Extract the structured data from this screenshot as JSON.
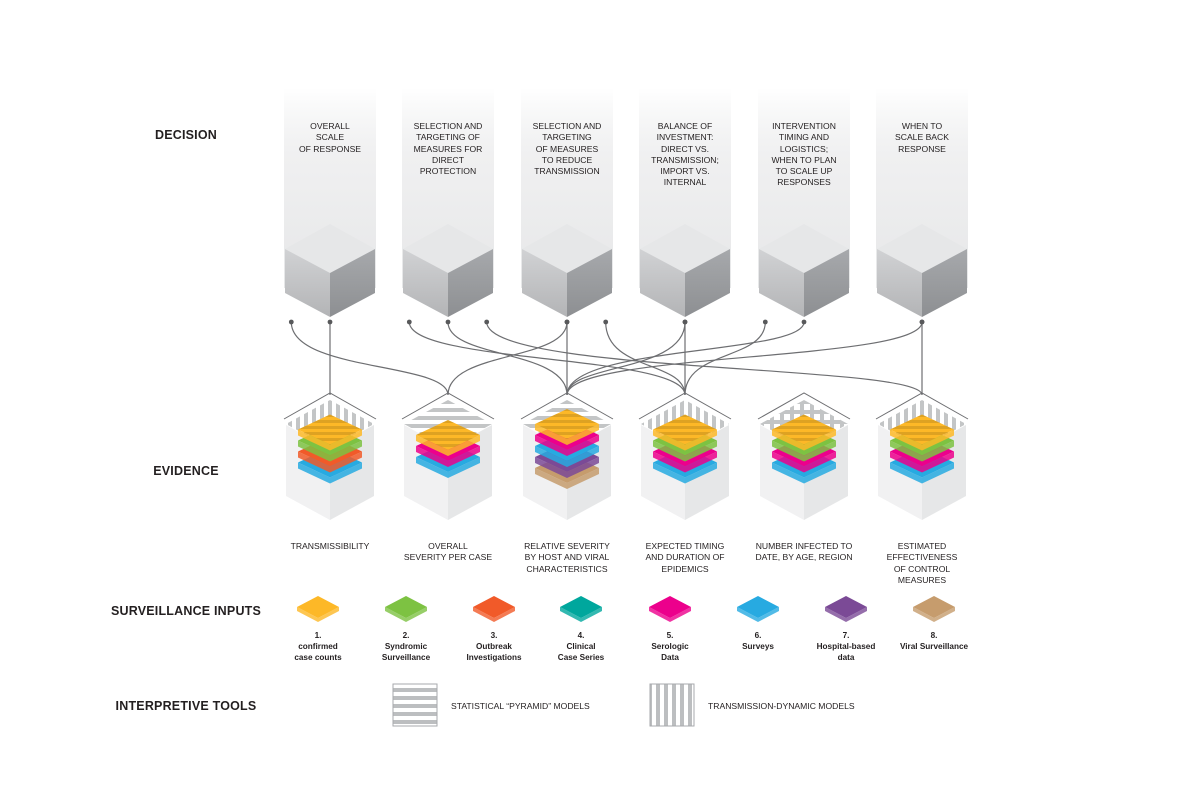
{
  "rows": {
    "decision": "DECISION",
    "evidence": "EVIDENCE",
    "inputs": "SURVEILLANCE INPUTS",
    "tools": "INTERPRETIVE TOOLS"
  },
  "decisions": [
    [
      "OVERALL",
      "SCALE",
      "OF RESPONSE"
    ],
    [
      "SELECTION AND",
      "TARGETING OF",
      "MEASURES FOR",
      "DIRECT",
      "PROTECTION"
    ],
    [
      "SELECTION AND",
      "TARGETING",
      "OF MEASURES",
      "TO REDUCE",
      "TRANSMISSION"
    ],
    [
      "BALANCE OF",
      "INVESTMENT:",
      "DIRECT VS.",
      "TRANSMISSION;",
      "IMPORT VS.",
      "INTERNAL"
    ],
    [
      "INTERVENTION",
      "TIMING AND",
      "LOGISTICS;",
      "WHEN TO PLAN",
      "TO SCALE UP",
      "RESPONSES"
    ],
    [
      "WHEN TO",
      "SCALE BACK",
      "RESPONSE"
    ]
  ],
  "evidence": [
    {
      "label": [
        "TRANSMISSIBILITY"
      ],
      "tool": "vertical",
      "layers": [
        1,
        2,
        3,
        6
      ]
    },
    {
      "label": [
        "OVERALL",
        "SEVERITY PER CASE"
      ],
      "tool": "horizontal",
      "layers": [
        1,
        5,
        6
      ]
    },
    {
      "label": [
        "RELATIVE SEVERITY",
        "BY HOST AND VIRAL",
        "CHARACTERISTICS"
      ],
      "tool": "horizontal",
      "layers": [
        1,
        5,
        6,
        7,
        8
      ]
    },
    {
      "label": [
        "EXPECTED TIMING",
        "AND DURATION OF",
        "EPIDEMICS"
      ],
      "tool": "vertical",
      "layers": [
        1,
        2,
        5,
        6
      ]
    },
    {
      "label": [
        "NUMBER INFECTED TO",
        "DATE, BY AGE, REGION"
      ],
      "tool": "cross",
      "layers": [
        1,
        2,
        5,
        6
      ]
    },
    {
      "label": [
        "ESTIMATED",
        "EFFECTIVENESS",
        "OF CONTROL",
        "MEASURES"
      ],
      "tool": "vertical",
      "layers": [
        1,
        2,
        5,
        6
      ]
    }
  ],
  "inputs": [
    {
      "num": "1.",
      "name": [
        "confirmed",
        "case counts"
      ],
      "color": "#fdb827"
    },
    {
      "num": "2.",
      "name": [
        "Syndromic",
        "Surveillance"
      ],
      "color": "#7dc242"
    },
    {
      "num": "3.",
      "name": [
        "Outbreak",
        "Investigations"
      ],
      "color": "#f15a29"
    },
    {
      "num": "4.",
      "name": [
        "Clinical",
        "Case Series"
      ],
      "color": "#00a79d"
    },
    {
      "num": "5.",
      "name": [
        "Serologic",
        "Data"
      ],
      "color": "#ec008c"
    },
    {
      "num": "6.",
      "name": [
        "Surveys"
      ],
      "color": "#27aae1"
    },
    {
      "num": "7.",
      "name": [
        "Hospital-based",
        "data"
      ],
      "color": "#7b4a96"
    },
    {
      "num": "8.",
      "name": [
        "Viral Surveillance"
      ],
      "color": "#c69c6d"
    }
  ],
  "tools": [
    {
      "name": "STATISTICAL “PYRAMID” MODELS",
      "pattern": "horizontal"
    },
    {
      "name": "TRANSMISSION-DYNAMIC MODELS",
      "pattern": "vertical"
    }
  ],
  "links": [
    [
      1,
      1
    ],
    [
      1,
      2
    ],
    [
      2,
      3
    ],
    [
      2,
      4
    ],
    [
      2,
      6
    ],
    [
      3,
      2
    ],
    [
      3,
      3
    ],
    [
      3,
      4
    ],
    [
      4,
      3
    ],
    [
      4,
      4
    ],
    [
      5,
      3
    ],
    [
      5,
      4
    ],
    [
      6,
      3
    ],
    [
      6,
      6
    ]
  ]
}
